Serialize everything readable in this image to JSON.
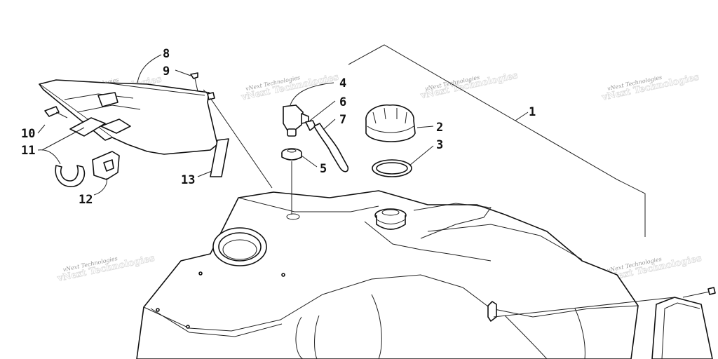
{
  "watermark": "vNext Technologies",
  "callouts": {
    "c1": "1",
    "c2": "2",
    "c3": "3",
    "c4": "4",
    "c5": "5",
    "c6": "6",
    "c7": "7",
    "c8": "8",
    "c9": "9",
    "c10": "10",
    "c11": "11",
    "c12": "12",
    "c13": "13"
  }
}
